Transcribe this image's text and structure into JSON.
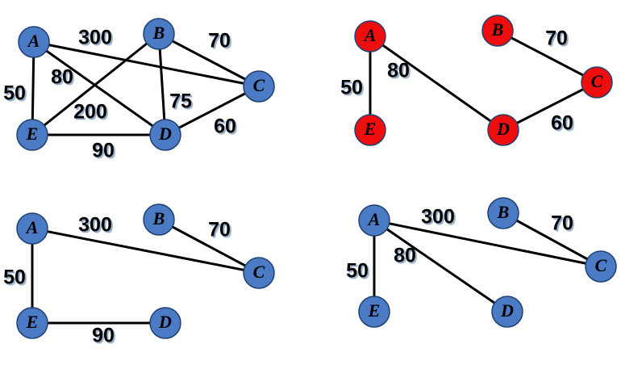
{
  "colors": {
    "blue_node": "#4a7bc4",
    "red_node": "#f00d0d",
    "edge": "#000000",
    "background": "#ffffff"
  },
  "graphs": [
    {
      "id": "full",
      "color": "blue",
      "nodes": [
        "A",
        "B",
        "C",
        "D",
        "E"
      ],
      "edges": [
        {
          "from": "A",
          "to": "C",
          "weight": "300"
        },
        {
          "from": "B",
          "to": "C",
          "weight": "70"
        },
        {
          "from": "A",
          "to": "E",
          "weight": "50"
        },
        {
          "from": "A",
          "to": "D",
          "weight": "80"
        },
        {
          "from": "B",
          "to": "E",
          "weight": "200"
        },
        {
          "from": "B",
          "to": "D",
          "weight": "75"
        },
        {
          "from": "C",
          "to": "D",
          "weight": "60"
        },
        {
          "from": "E",
          "to": "D",
          "weight": "90"
        }
      ]
    },
    {
      "id": "mst-red",
      "color": "red",
      "nodes": [
        "A",
        "B",
        "C",
        "D",
        "E"
      ],
      "edges": [
        {
          "from": "A",
          "to": "E",
          "weight": "50"
        },
        {
          "from": "A",
          "to": "D",
          "weight": "80"
        },
        {
          "from": "B",
          "to": "C",
          "weight": "70"
        },
        {
          "from": "D",
          "to": "C",
          "weight": "60"
        }
      ]
    },
    {
      "id": "tree-bottom-left",
      "color": "blue",
      "nodes": [
        "A",
        "B",
        "C",
        "D",
        "E"
      ],
      "edges": [
        {
          "from": "A",
          "to": "C",
          "weight": "300"
        },
        {
          "from": "B",
          "to": "C",
          "weight": "70"
        },
        {
          "from": "A",
          "to": "E",
          "weight": "50"
        },
        {
          "from": "E",
          "to": "D",
          "weight": "90"
        }
      ]
    },
    {
      "id": "tree-bottom-right",
      "color": "blue",
      "nodes": [
        "A",
        "B",
        "C",
        "D",
        "E"
      ],
      "edges": [
        {
          "from": "A",
          "to": "C",
          "weight": "300"
        },
        {
          "from": "B",
          "to": "C",
          "weight": "70"
        },
        {
          "from": "A",
          "to": "E",
          "weight": "50"
        },
        {
          "from": "A",
          "to": "D",
          "weight": "80"
        }
      ]
    }
  ]
}
